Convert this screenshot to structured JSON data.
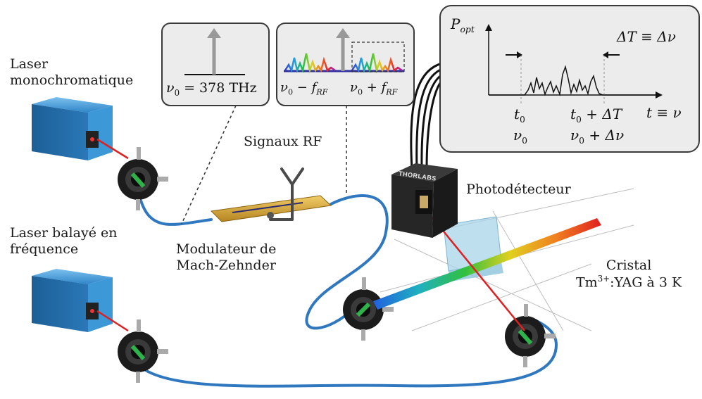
{
  "labels": {
    "laser_mono_line1": "Laser",
    "laser_mono_line2": "monochromatique",
    "laser_swept_line1": "Laser balayé en",
    "laser_swept_line2": "fréquence",
    "rf_signals": "Signaux RF",
    "modulator_line1": "Modulateur de",
    "modulator_line2": "Mach-Zehnder",
    "photodetector": "Photodétecteur",
    "crystal_line1": "Cristal",
    "crystal_ion_prefix": "Tm",
    "crystal_ion_charge": "3+",
    "crystal_ion_suffix": ":YAG à 3 K",
    "camera_brand": "THORLABS"
  },
  "inset_single": {
    "nu": "ν",
    "nu_sub": "0",
    "equation": " = 378 THz"
  },
  "inset_sidebands": {
    "left_label": "ν",
    "left_sub": "0",
    "left_rest": " − f",
    "left_rest_sub": "RF",
    "right_label": "ν",
    "right_sub": "0",
    "right_rest": " + f",
    "right_rest_sub": "RF"
  },
  "inset_signal": {
    "y_axis_p": "P",
    "y_axis_sub": "opt",
    "x_axis": "t ≡ ν",
    "delta_eq": "ΔT ≡ Δν",
    "t0": "t",
    "t0_sub": "0",
    "nu0": "ν",
    "nu0_sub": "0",
    "t_end_pre": "t",
    "t_end_sub": "0",
    "t_end_post": " + ΔT",
    "nu_end_pre": "ν",
    "nu_end_sub": "0",
    "nu_end_post": " + Δν"
  },
  "colors": {
    "fiber": "#2f78bf",
    "laser_body": "#2f86c9",
    "beam_red": "#e02020",
    "panel_fill": "#ececec",
    "panel_stroke": "#3a3a3a",
    "modulator_body": "#d9a836",
    "crystal": "#a8d4e8"
  },
  "icons": {
    "laser": "laser-head-icon",
    "coupler": "fiber-coupler-icon",
    "camera": "photodetector-camera-icon",
    "antenna": "rf-antenna-icon"
  }
}
